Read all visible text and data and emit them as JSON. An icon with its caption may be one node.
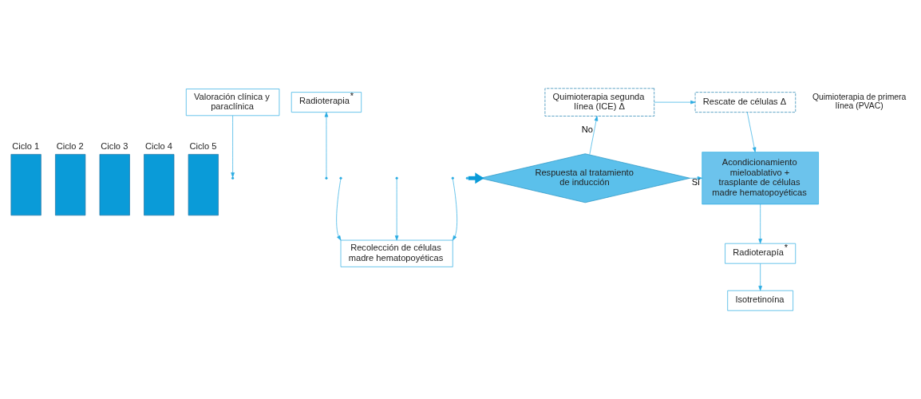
{
  "diagram": {
    "nodes": [
      {
        "text": [
          "Ciclo 1"
        ]
      },
      {
        "text": [
          "Ciclo 2"
        ]
      },
      {
        "text": [
          "Ciclo 3"
        ]
      },
      {
        "text": [
          "Ciclo 4"
        ]
      },
      {
        "text": [
          "Ciclo 5"
        ]
      },
      {
        "text": [
          "Valoración clínica y paraclínica"
        ]
      },
      {
        "text": [
          "Radioterapia$^{*}$"
        ]
      },
      {
        "text": [
          "Recolección de células madre hematopoyéticas"
        ]
      },
      {
        "text": [
          "Respuesta al tratamiento de inducción"
        ]
      },
      {
        "text": [
          "Quimioterapia segunda línea (ICE) Δ"
        ]
      },
      {
        "text": [
          "Rescate de células Δ"
        ]
      },
      {
        "text": [
          "Acondicionamiento mieloablativo + trasplante de células madre hematopoyéticas"
        ]
      },
      {
        "text": [
          "Radioterapía$^{*}$"
        ]
      },
      {
        "text": [
          "Isotretinoína"
        ]
      }
    ],
    "edges": [
      {
        "from": null,
        "to": 6,
        "arrow": "to"
      },
      {
        "from": 5,
        "to": null,
        "arrow": "to"
      },
      {
        "from": null,
        "to": 7,
        "arrow": "to"
      },
      {
        "from": null,
        "to": 7,
        "arrow": "to"
      },
      {
        "from": null,
        "to": 7,
        "arrow": "to"
      },
      {
        "from": null,
        "to": 8,
        "arrow": "to",
        "style": "thick",
        "color": "#0a9bd8"
      },
      {
        "from": 8,
        "to": 9,
        "arrow": "to",
        "label": "No"
      },
      {
        "from": 9,
        "to": 10,
        "arrow": "to"
      },
      {
        "from": 10,
        "to": 11,
        "arrow": "to"
      },
      {
        "from": 8,
        "to": 11,
        "arrow": "to",
        "label": "Sí"
      },
      {
        "from": 11,
        "to": 12,
        "arrow": "to"
      },
      {
        "from": 12,
        "to": 13,
        "arrow": "to"
      }
    ],
    "labels": [
      "Quimioterapia de primera línea (PVAC)"
    ]
  }
}
